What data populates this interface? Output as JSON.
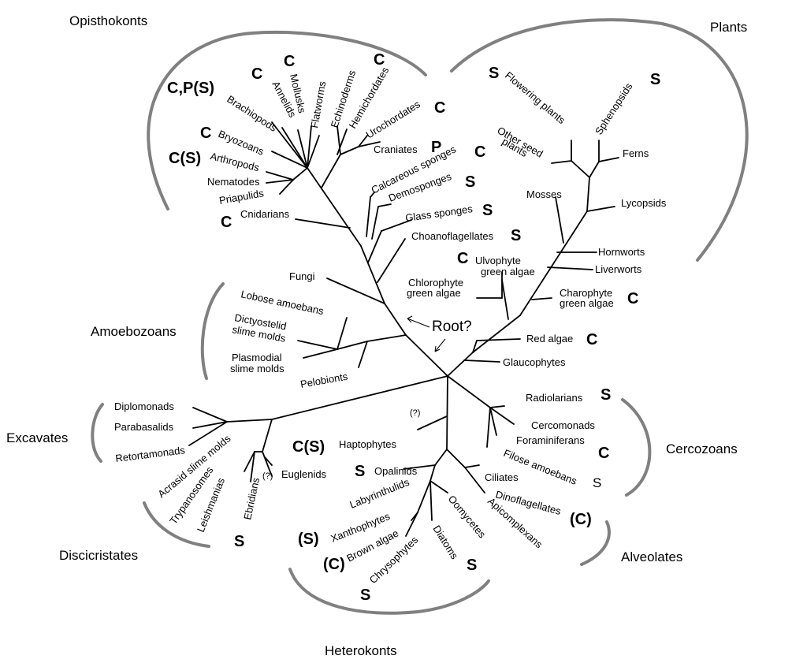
{
  "groups": {
    "opisthokonts": "Opisthokonts",
    "plants": "Plants",
    "amoebozoans": "Amoebozoans",
    "excavates": "Excavates",
    "discicristates": "Discicristates",
    "heterokonts": "Heterokonts",
    "alveolates": "Alveolates",
    "cercozoans": "Cercozoans"
  },
  "root_label": "Root?",
  "taxa": {
    "brachiopods": "Brachiopods",
    "annelids": "Annelids",
    "mollusks": "Mollusks",
    "flatworms": "Flatworms",
    "echinoderms": "Echinoderms",
    "hemichordates": "Hemichordates",
    "urochordates": "Urochordates",
    "craniates": "Craniates",
    "bryozoans": "Bryozoans",
    "arthropods": "Arthropods",
    "nematodes": "Nematodes",
    "priapulids": "Priapulids",
    "cnidarians": "Cnidarians",
    "calcareous_sponges": "Calcareous sponges",
    "demosponges": "Demosponges",
    "glass_sponges": "Glass sponges",
    "choanoflagellates": "Choanoflagellates",
    "fungi": "Fungi",
    "lobose_amoebans": "Lobose amoebans",
    "dictyostelid_1": "Dictyostelid",
    "dictyostelid_2": "slime molds",
    "plasmodial_1": "Plasmodial",
    "plasmodial_2": "slime molds",
    "pelobionts": "Pelobionts",
    "flowering_plants": "Flowering plants",
    "sphenopsids": "Sphenopsids",
    "other_seed_1": "Other seed",
    "other_seed_2": "plants",
    "ferns": "Ferns",
    "mosses": "Mosses",
    "lycopsids": "Lycopsids",
    "hornworts": "Hornworts",
    "liverworts": "Liverworts",
    "ulvophyte_1": "Ulvophyte",
    "ulvophyte_2": "green algae",
    "chlorophyte_1": "Chlorophyte",
    "chlorophyte_2": "green algae",
    "charophyte_1": "Charophyte",
    "charophyte_2": "green algae",
    "red_algae": "Red algae",
    "glaucophytes": "Glaucophytes",
    "diplomonads": "Diplomonads",
    "parabasalids": "Parabasalids",
    "retortamonads": "Retortamonads",
    "acrasid": "Acrasid slime molds",
    "trypanosomes": "Trypanosomes",
    "leishmanias": "Leishmanias",
    "ebridians": "Ebridians",
    "euglenids": "Euglenids",
    "haptophytes": "Haptophytes",
    "opalinids": "Opalinids",
    "labyrinthulids": "Labyrinthulids",
    "xanthophytes": "Xanthophytes",
    "brown_algae": "Brown algae",
    "chrysophytes": "Chrysophytes",
    "diatoms": "Diatoms",
    "oomycetes": "Oomycetes",
    "radiolarians": "Radiolarians",
    "cercomonads": "Cercomonads",
    "foraminiferans": "Foraminiferans",
    "filose_amoebans": "Filose amoebans",
    "ciliates": "Ciliates",
    "dinoflagellates": "Dinoflagellates",
    "apicomplexans": "Apicomplexans"
  },
  "marks": {
    "brachiopods": "C,P(S)",
    "annelids": "C",
    "mollusks": "C",
    "echinoderms": "C",
    "urochordates": "C",
    "craniates": "P",
    "bryozoans": "C",
    "arthropods": "C(S)",
    "cnidarians": "C",
    "calcareous_sponges": "C",
    "demosponges": "S",
    "glass_sponges": "S",
    "choanoflagellates": "S",
    "flowering_plants": "S",
    "sphenopsids": "S",
    "ulvophyte": "C",
    "charophyte": "C",
    "red_algae": "C",
    "haptophytes": "C(S)",
    "haptophytes_q": "(?)",
    "opalinids": "S",
    "xanthophytes": "(S)",
    "brown_algae": "(C)",
    "chrysophytes": "S",
    "diatoms": "S",
    "ebridians": "S",
    "ebridians_q": "(?)",
    "radiolarians": "S",
    "foraminiferans": "C",
    "filose_amoebans": "S",
    "dinoflagellates": "(C)"
  }
}
